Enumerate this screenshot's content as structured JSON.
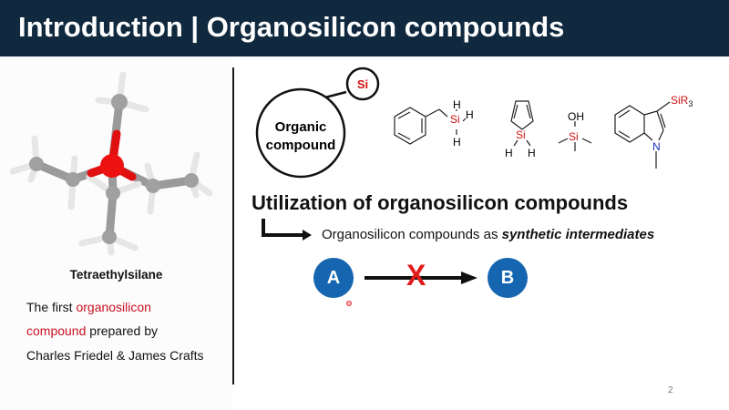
{
  "header": {
    "title": "Introduction | Organosilicon compounds"
  },
  "left": {
    "molecule_name": "Tetraethylsilane",
    "desc_line1_a": "The first ",
    "desc_line1_b": "organosilicon",
    "desc_line2_a": "compound",
    "desc_line2_b": " prepared by",
    "desc_line3": "Charles Friedel & James Crafts"
  },
  "diagram": {
    "big_circle_line1": "Organic",
    "big_circle_line2": "compound",
    "small_circle": "Si",
    "structures": {
      "benzylsilane": {
        "si": "Si",
        "h": "H"
      },
      "silole": {
        "si": "Si",
        "h": "H"
      },
      "silanol": {
        "si": "Si",
        "oh": "OH"
      },
      "indole": {
        "sir3": "SiR",
        "sub": "3",
        "n": "N"
      }
    }
  },
  "main": {
    "heading": "Utilization of organosilicon compounds",
    "sub_text": "Organosilicon compounds as ",
    "sub_emph": "synthetic intermediates",
    "node_a": "A",
    "node_b": "B",
    "blocked_mark": "X"
  },
  "page_number": "2",
  "colors": {
    "header": "#10293e",
    "accent_red": "#c8101e",
    "node_blue": "#1565b0"
  }
}
